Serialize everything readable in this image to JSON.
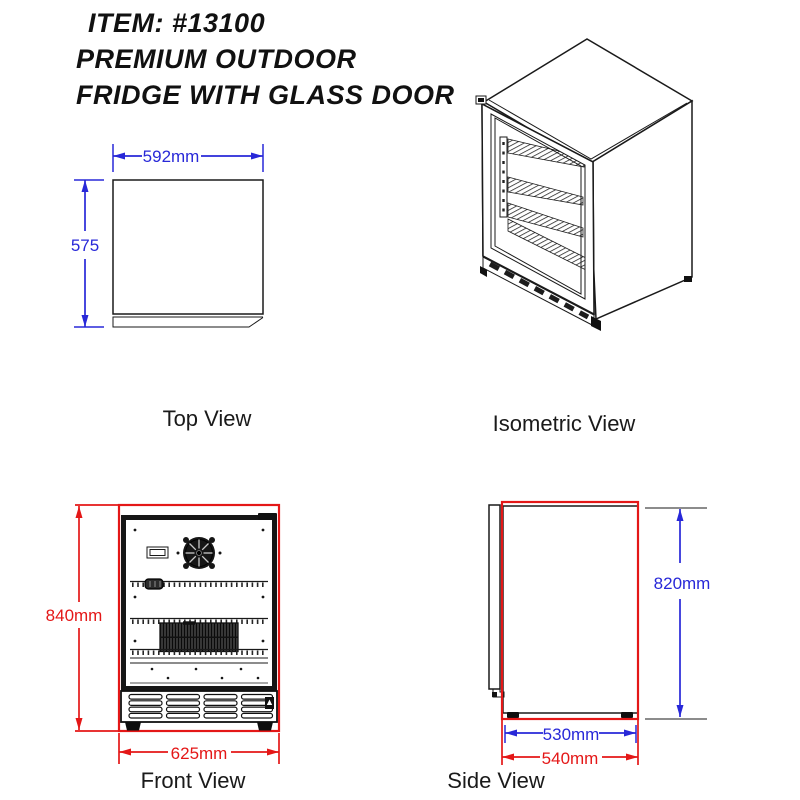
{
  "title": {
    "line1": "ITEM: #13100",
    "line2": "PREMIUM OUTDOOR",
    "line3": "FRIDGE WITH GLASS DOOR"
  },
  "colors": {
    "dimension_blue": "#2828d8",
    "dimension_red": "#e41717",
    "drawing_black": "#1a1a1a",
    "background": "#ffffff"
  },
  "views": {
    "top": {
      "label": "Top View",
      "dimensions": {
        "width": "592mm",
        "depth": "575"
      }
    },
    "isometric": {
      "label": "Isometric View"
    },
    "front": {
      "label": "Front View",
      "dimensions": {
        "height": "840mm",
        "width": "625mm"
      }
    },
    "side": {
      "label": "Side View",
      "dimensions": {
        "height": "820mm",
        "body_depth": "530mm",
        "overall_depth": "540mm"
      }
    }
  }
}
